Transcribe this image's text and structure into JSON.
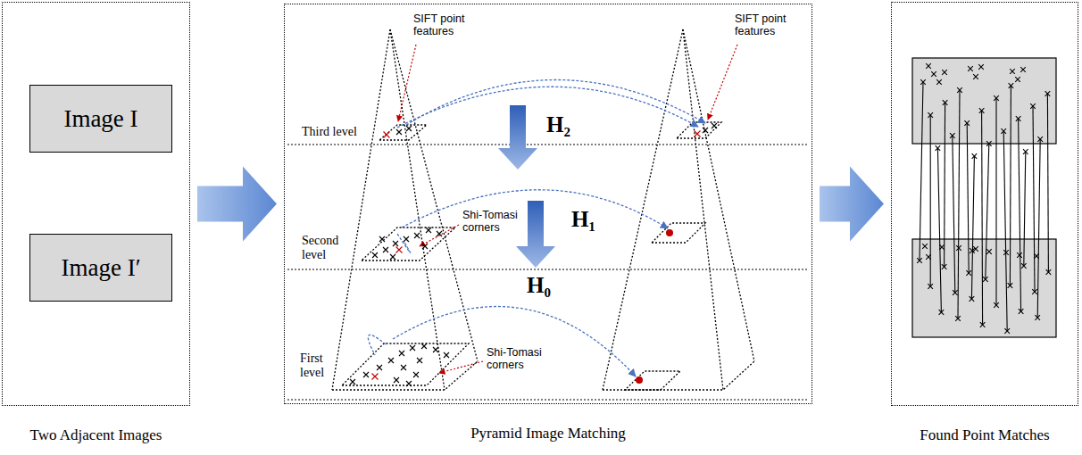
{
  "diagram": {
    "nodes": [
      {
        "text": [
          "Two Adjacent Images"
        ]
      },
      {
        "text": [
          "Image I"
        ],
        "in": 0
      },
      {
        "text": [
          "Image I′"
        ],
        "in": 0
      },
      {
        "text": [
          "Pyramid Image Matching"
        ]
      },
      {
        "text": [
          "Found Point Matches"
        ]
      }
    ],
    "edges": [
      {
        "from": 0,
        "to": 3,
        "arrow": "to"
      },
      {
        "from": 3,
        "to": 4,
        "arrow": "to"
      }
    ],
    "labels": [
      "SIFT point features",
      "SIFT point features",
      "Third level",
      "H₂",
      "Second level",
      "Shi-Tomasi corners",
      "H₁",
      "H₀",
      "First level",
      "Shi-Tomasi corners"
    ]
  }
}
